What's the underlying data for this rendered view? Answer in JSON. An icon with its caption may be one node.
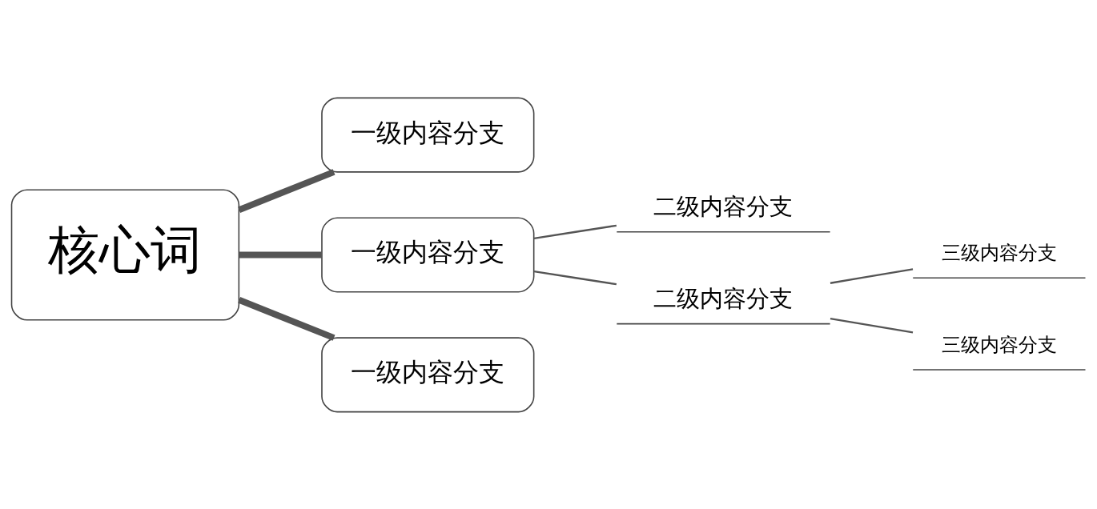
{
  "diagram": {
    "nodes": [
      {
        "text": [
          "核心词"
        ]
      },
      {
        "text": [
          "一级内容分支"
        ]
      },
      {
        "text": [
          "一级内容分支"
        ]
      },
      {
        "text": [
          "一级内容分支"
        ]
      },
      {
        "text": [
          "二级内容分支"
        ]
      },
      {
        "text": [
          "二级内容分支"
        ]
      },
      {
        "text": [
          "三级内容分支"
        ]
      },
      {
        "text": [
          "三级内容分支"
        ]
      }
    ],
    "edges": [
      {
        "from": 0,
        "to": 1,
        "arrow": "none",
        "style": "thick"
      },
      {
        "from": 0,
        "to": 2,
        "arrow": "none",
        "style": "thick"
      },
      {
        "from": 0,
        "to": 3,
        "arrow": "none",
        "style": "thick"
      },
      {
        "from": 2,
        "to": 4,
        "arrow": "none"
      },
      {
        "from": 2,
        "to": 5,
        "arrow": "none"
      },
      {
        "from": 5,
        "to": 6,
        "arrow": "none"
      },
      {
        "from": 5,
        "to": 7,
        "arrow": "none"
      }
    ]
  }
}
